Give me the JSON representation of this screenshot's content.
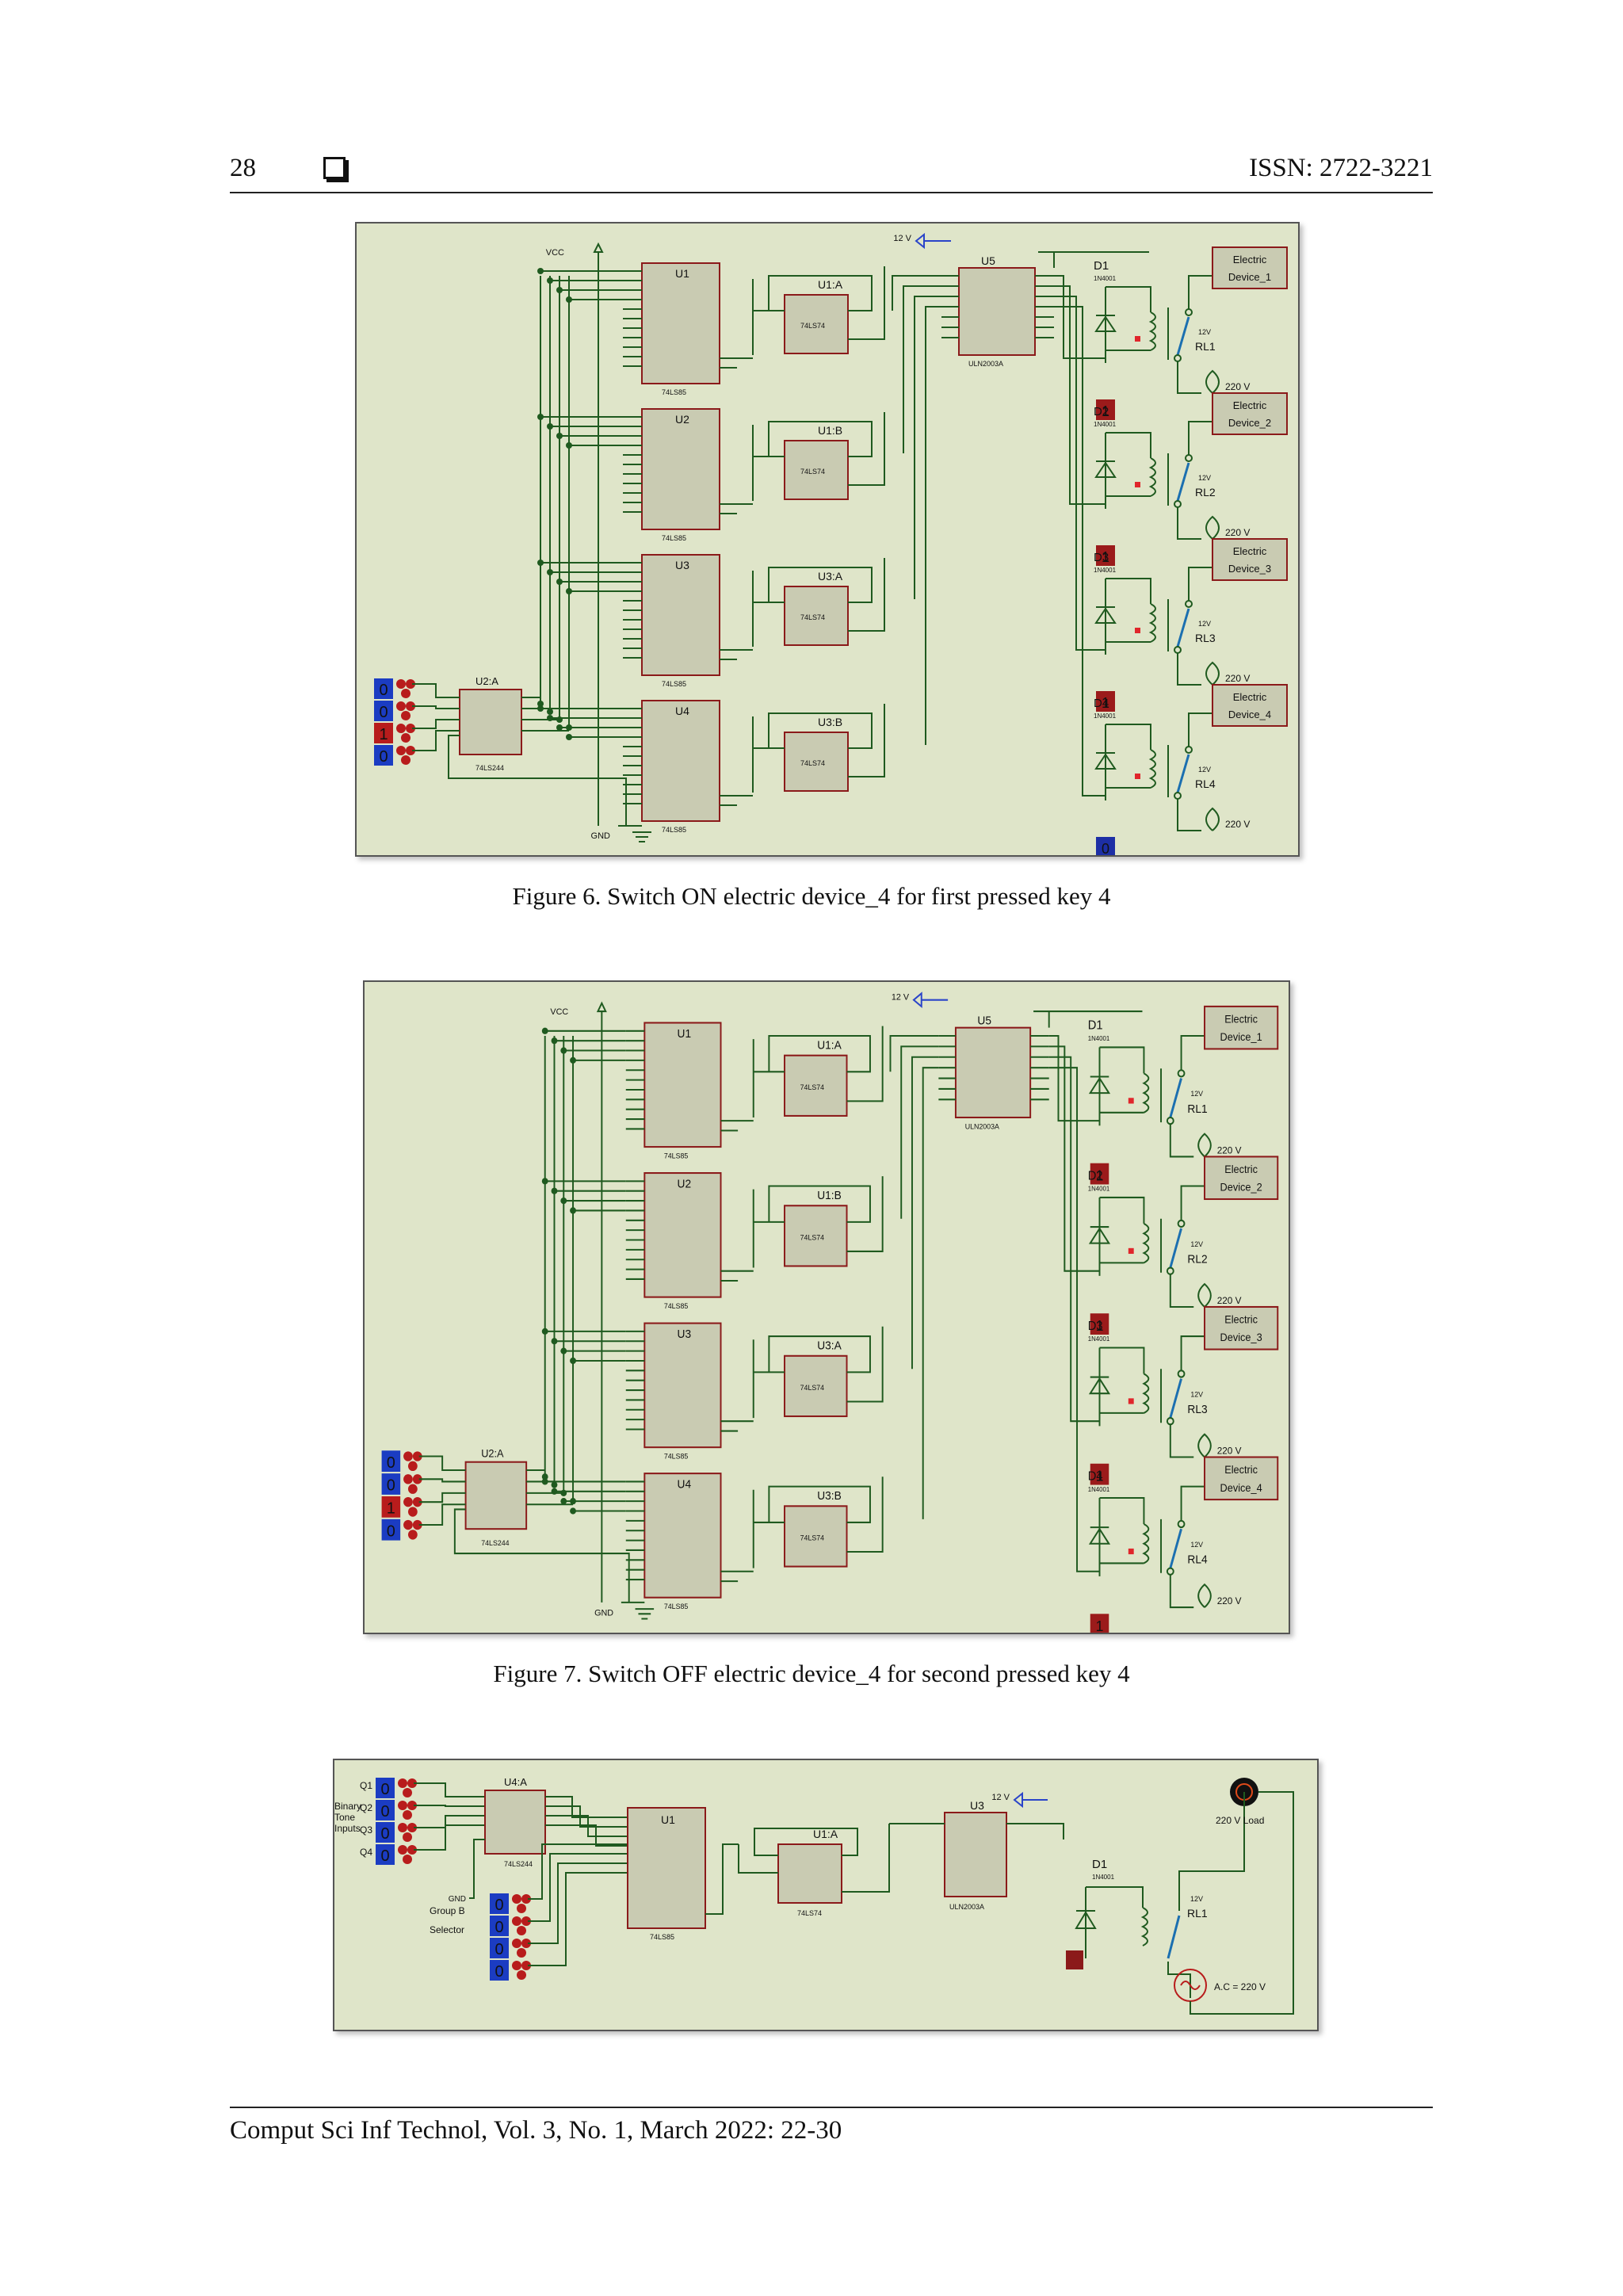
{
  "header": {
    "page_number": "28",
    "issn": "ISSN: 2722-3221"
  },
  "figure6": {
    "caption": "Figure 6. Switch ON electric device_4 for first pressed key 4",
    "vcc_label": "VCC",
    "gnd_label": "GND",
    "supply_label": "12 V",
    "buffer_label": "U2:A",
    "buffer_part": "74LS244",
    "input_states": [
      "0",
      "0",
      "1",
      "0"
    ],
    "comparators": [
      {
        "name": "U1",
        "part": "74LS85"
      },
      {
        "name": "U2",
        "part": "74LS85"
      },
      {
        "name": "U3",
        "part": "74LS85"
      },
      {
        "name": "U4",
        "part": "74LS85"
      }
    ],
    "flipflops": [
      {
        "name": "U1:A",
        "part": "74LS74"
      },
      {
        "name": "U1:B",
        "part": "74LS74"
      },
      {
        "name": "U3:A",
        "part": "74LS74"
      },
      {
        "name": "U3:B",
        "part": "74LS74"
      }
    ],
    "driver": {
      "name": "U5",
      "part": "ULN2003A"
    },
    "channels": [
      {
        "diode": "D1",
        "diode_part": "1N4001",
        "relay": "RL1",
        "relay_voltage": "12V",
        "device": [
          "Electric",
          "Device_1"
        ],
        "mains": "220 V",
        "state": "1"
      },
      {
        "diode": "D2",
        "diode_part": "1N4001",
        "relay": "RL2",
        "relay_voltage": "12V",
        "device": [
          "Electric",
          "Device_2"
        ],
        "mains": "220 V",
        "state": "1"
      },
      {
        "diode": "D3",
        "diode_part": "1N4001",
        "relay": "RL3",
        "relay_voltage": "12V",
        "device": [
          "Electric",
          "Device_3"
        ],
        "mains": "220 V",
        "state": "1"
      },
      {
        "diode": "D4",
        "diode_part": "1N4001",
        "relay": "RL4",
        "relay_voltage": "12V",
        "device": [
          "Electric",
          "Device_4"
        ],
        "mains": "220 V",
        "state": "0"
      }
    ]
  },
  "figure7": {
    "caption": "Figure 7. Switch OFF electric device_4 for second pressed key 4",
    "vcc_label": "VCC",
    "gnd_label": "GND",
    "supply_label": "12 V",
    "buffer_label": "U2:A",
    "buffer_part": "74LS244",
    "input_states": [
      "0",
      "0",
      "1",
      "0"
    ],
    "comparators": [
      {
        "name": "U1",
        "part": "74LS85"
      },
      {
        "name": "U2",
        "part": "74LS85"
      },
      {
        "name": "U3",
        "part": "74LS85"
      },
      {
        "name": "U4",
        "part": "74LS85"
      }
    ],
    "flipflops": [
      {
        "name": "U1:A",
        "part": "74LS74"
      },
      {
        "name": "U1:B",
        "part": "74LS74"
      },
      {
        "name": "U3:A",
        "part": "74LS74"
      },
      {
        "name": "U3:B",
        "part": "74LS74"
      }
    ],
    "driver": {
      "name": "U5",
      "part": "ULN2003A"
    },
    "channels": [
      {
        "diode": "D1",
        "diode_part": "1N4001",
        "relay": "RL1",
        "relay_voltage": "12V",
        "device": [
          "Electric",
          "Device_1"
        ],
        "mains": "220 V",
        "state": "1"
      },
      {
        "diode": "D2",
        "diode_part": "1N4001",
        "relay": "RL2",
        "relay_voltage": "12V",
        "device": [
          "Electric",
          "Device_2"
        ],
        "mains": "220 V",
        "state": "1"
      },
      {
        "diode": "D3",
        "diode_part": "1N4001",
        "relay": "RL3",
        "relay_voltage": "12V",
        "device": [
          "Electric",
          "Device_3"
        ],
        "mains": "220 V",
        "state": "1"
      },
      {
        "diode": "D4",
        "diode_part": "1N4001",
        "relay": "RL4",
        "relay_voltage": "12V",
        "device": [
          "Electric",
          "Device_4"
        ],
        "mains": "220 V",
        "state": "1"
      }
    ]
  },
  "figure8": {
    "inputs_label_lines": [
      "Binary",
      "Tone",
      "Inputs"
    ],
    "input_names": [
      "Q1",
      "Q2",
      "Q3",
      "Q4"
    ],
    "group_label_lines": [
      "Group B",
      "Selector"
    ],
    "gnd_label": "GND",
    "buffer": {
      "name": "U4:A",
      "part": "74LS244"
    },
    "comparator": {
      "name": "U1",
      "part": "74LS85"
    },
    "flipflop": {
      "name": "U1:A",
      "part": "74LS74"
    },
    "driver": {
      "name": "U3",
      "part": "ULN2003A"
    },
    "supply_label": "12 V",
    "diode": "D1",
    "diode_part": "1N4001",
    "relay": "RL1",
    "relay_voltage": "12V",
    "load_label": "220 V Load",
    "source_label": "A.C = 220 V",
    "group_states": [
      "0",
      "0",
      "0",
      "0"
    ]
  },
  "footer": {
    "citation": "Comput Sci Inf Technol, Vol. 3, No. 1, March 2022: 22-30"
  }
}
